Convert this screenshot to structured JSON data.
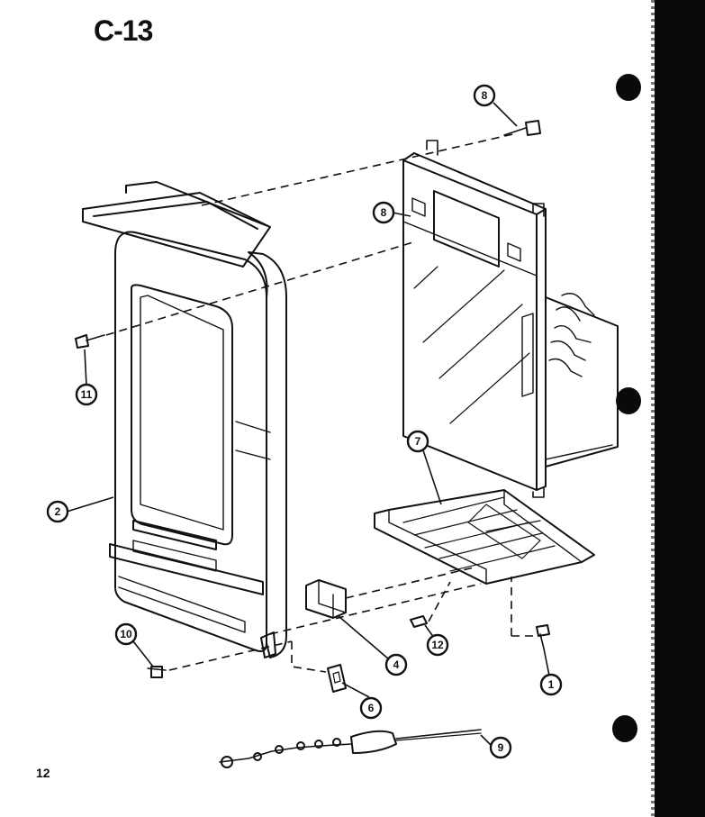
{
  "page": {
    "title": "C-13",
    "page_number": "12"
  },
  "callouts": [
    {
      "id": "8a",
      "label": "8"
    },
    {
      "id": "8b",
      "label": "8"
    },
    {
      "id": "11",
      "label": "11"
    },
    {
      "id": "2",
      "label": "2"
    },
    {
      "id": "7",
      "label": "7"
    },
    {
      "id": "10",
      "label": "10"
    },
    {
      "id": "4",
      "label": "4"
    },
    {
      "id": "12",
      "label": "12"
    },
    {
      "id": "1",
      "label": "1"
    },
    {
      "id": "6",
      "label": "6"
    },
    {
      "id": "9",
      "label": "9"
    }
  ],
  "colors": {
    "ink": "#111111",
    "paper": "#ffffff"
  }
}
